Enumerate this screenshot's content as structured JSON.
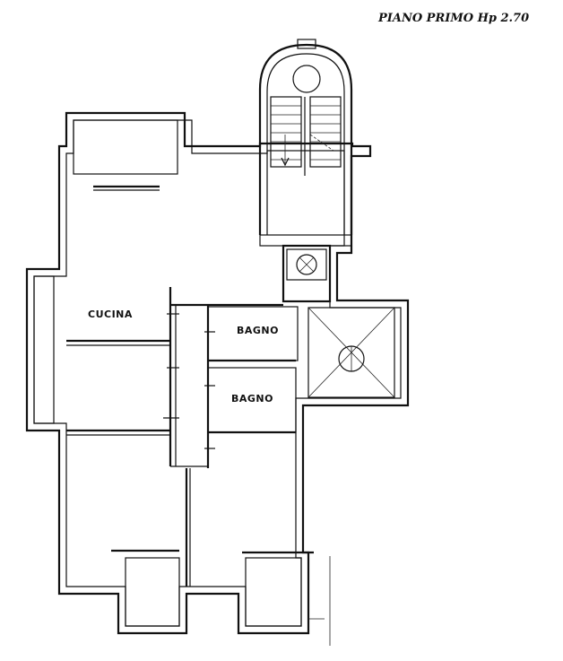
{
  "title": "PIANO PRIMO Hp 2.70",
  "rooms": {
    "kitchen": "CUCINA",
    "bathroom_1": "BAGNO",
    "bathroom_2": "BAGNO"
  },
  "colors": {
    "line": "#111111",
    "background": "#ffffff"
  }
}
